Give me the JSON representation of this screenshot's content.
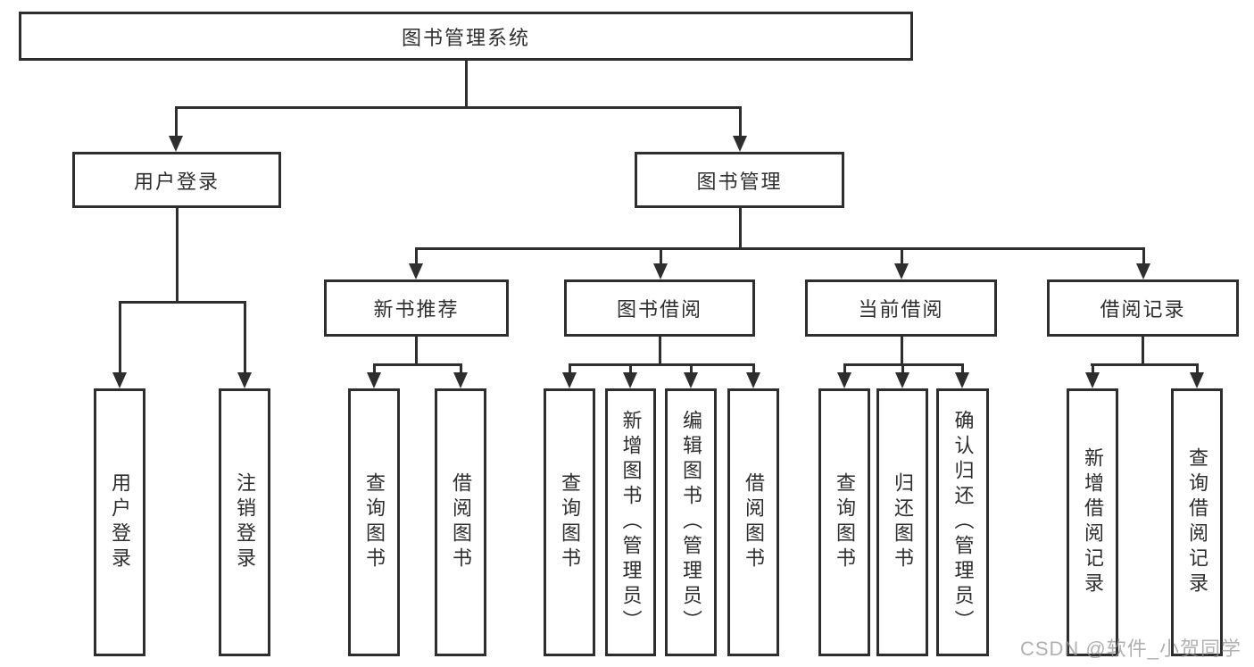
{
  "nodes": {
    "root": "图书管理系统",
    "level2": [
      "用户登录",
      "图书管理"
    ],
    "level3": [
      "新书推荐",
      "图书借阅",
      "当前借阅",
      "借阅记录"
    ],
    "leaves": [
      "用户登录",
      "注销登录",
      "查询图书",
      "借阅图书",
      "查询图书",
      "新增图书（管理员）",
      "编辑图书（管理员）",
      "借阅图书",
      "查询图书",
      "归还图书",
      "确认归还（管理员）",
      "新增借阅记录",
      "查询借阅记录"
    ]
  },
  "watermark": "CSDN @软件_小贺同学",
  "colors": {
    "line": "#2e2e2e",
    "text": "#2e2e2e",
    "watermark": "#969696"
  }
}
